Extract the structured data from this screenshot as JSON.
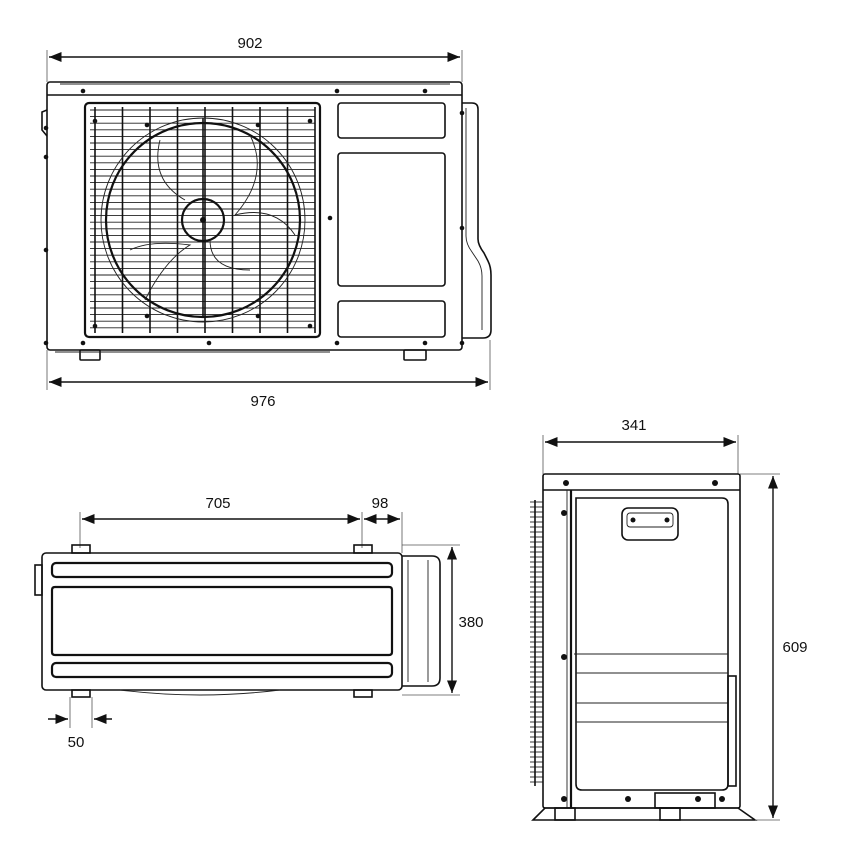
{
  "drawing": {
    "views": [
      "front-view",
      "top-view",
      "side-view"
    ],
    "dimensions": {
      "front_width": "902",
      "overall_width": "976",
      "mount_spacing": "705",
      "mount_offset": "98",
      "depth": "380",
      "foot_width": "50",
      "side_depth": "341",
      "height": "609"
    },
    "line_color": "#111111",
    "background": "#ffffff"
  }
}
